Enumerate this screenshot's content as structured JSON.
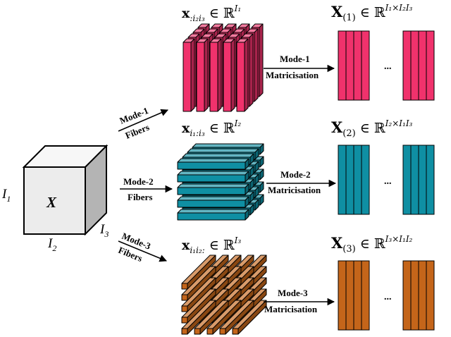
{
  "tensor": {
    "label": "X",
    "dims": [
      "I",
      "I",
      "I"
    ],
    "dim_subs": [
      "1",
      "2",
      "3"
    ]
  },
  "rows": [
    {
      "arrow_label": [
        "Mode-1",
        "Fibers"
      ],
      "fiber_eq": {
        "sym": "x",
        "sub": ":i₂i₃",
        "rel": " ∈ ℝ",
        "sup": "I₁"
      },
      "matrix_arrow": [
        "Mode-1",
        "Matricisation"
      ],
      "matrix_eq": {
        "sym": "X",
        "sub": "(1)",
        "rel": " ∈ ℝ",
        "sup": "I₁×I₂I₃"
      },
      "ellipsis": "...",
      "color": "#f0326c"
    },
    {
      "arrow_label": [
        "Mode-2",
        "Fibers"
      ],
      "fiber_eq": {
        "sym": "x",
        "sub": "i₁:i₃",
        "rel": " ∈ ℝ",
        "sup": "I₂"
      },
      "matrix_arrow": [
        "Mode-2",
        "Matricisation"
      ],
      "matrix_eq": {
        "sym": "X",
        "sub": "(2)",
        "rel": " ∈ ℝ",
        "sup": "I₂×I₁I₃"
      },
      "ellipsis": "...",
      "color": "#0f8fa3"
    },
    {
      "arrow_label": [
        "Mode-3",
        "Fibers"
      ],
      "fiber_eq": {
        "sym": "x",
        "sub": "i₁i₂:",
        "rel": " ∈ ℝ",
        "sup": "I₃"
      },
      "matrix_arrow": [
        "Mode-3",
        "Matricisation"
      ],
      "matrix_eq": {
        "sym": "X",
        "sub": "(3)",
        "rel": " ∈ ℝ",
        "sup": "I₃×I₁I₂"
      },
      "ellipsis": "...",
      "color": "#c4651a"
    }
  ]
}
